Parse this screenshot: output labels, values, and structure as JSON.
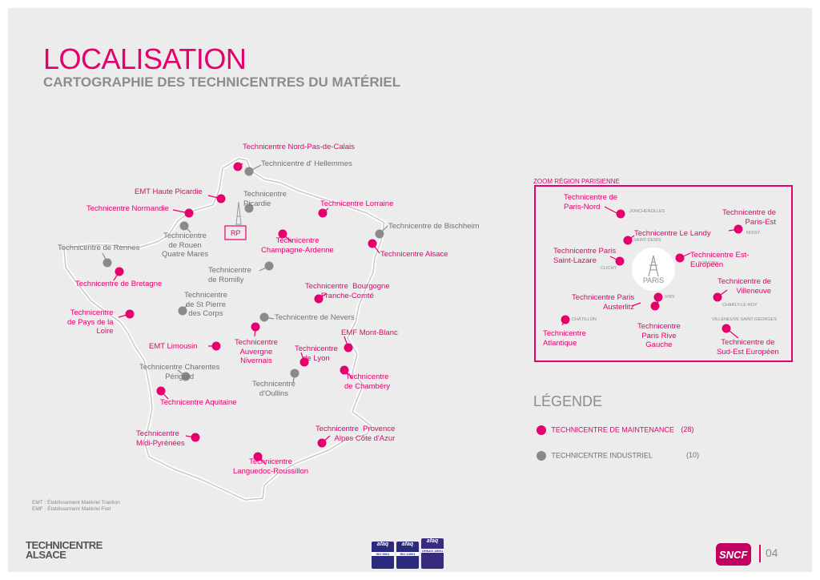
{
  "header": {
    "title": "LOCALISATION",
    "subtitle": "CARTOGRAPHIE DES TECHNICENTRES DU MATÉRIEL"
  },
  "colors": {
    "maintenance": "#e5006d",
    "industrial": "#8a8a8a",
    "background": "#ececec"
  },
  "map": {
    "rp_label": "RP",
    "labels": [
      {
        "text": "Technicentre Nord-Pas-de-Calais",
        "type": "maintenance"
      },
      {
        "text": "Technicentre d' Hellemmes",
        "type": "industrial"
      },
      {
        "text": "EMT Haute Picardie",
        "type": "maintenance"
      },
      {
        "text": "Technicentre\nPicardie",
        "type": "industrial"
      },
      {
        "text": "Technicentre Normandie",
        "type": "maintenance"
      },
      {
        "text": "Technicentre Lorraine",
        "type": "maintenance"
      },
      {
        "text": "Technicentre de Bischheim",
        "type": "industrial"
      },
      {
        "text": "Technicentre\nde Rouen\nQuatre Mares",
        "type": "industrial"
      },
      {
        "text": "Technicentre\nChampagne-Ardenne",
        "type": "maintenance"
      },
      {
        "text": "Technicentre  Alsace",
        "type": "maintenance"
      },
      {
        "text": "Technicentre  de Rennes",
        "type": "industrial"
      },
      {
        "text": "Technicentre\nde Romilly",
        "type": "industrial"
      },
      {
        "text": "Technicentre  de Bretagne",
        "type": "maintenance"
      },
      {
        "text": "Technicentre  Bourgogne\nFranche-Comté",
        "type": "maintenance"
      },
      {
        "text": "Technicentre\nde St Pierre\ndes Corps",
        "type": "industrial"
      },
      {
        "text": "Technicentre\nde Pays de la\nLoire",
        "type": "maintenance"
      },
      {
        "text": "Technicentre de Nevers",
        "type": "industrial"
      },
      {
        "text": "EMF Mont-Blanc",
        "type": "maintenance"
      },
      {
        "text": "EMT Limousin",
        "type": "maintenance"
      },
      {
        "text": "Technicentre\nAuvergne\nNivernais",
        "type": "maintenance"
      },
      {
        "text": "Technicentre\nde Lyon",
        "type": "maintenance"
      },
      {
        "text": "Technicentre Charentes\nPérigord",
        "type": "industrial"
      },
      {
        "text": "Technicentre\nde Chambéry",
        "type": "maintenance"
      },
      {
        "text": "Technicentre\nd'Oullins",
        "type": "industrial"
      },
      {
        "text": "Technicentre  Aquitaine",
        "type": "maintenance"
      },
      {
        "text": "Technicentre  Provence\nAlpes Côte d'Azur",
        "type": "maintenance"
      },
      {
        "text": "Technicentre\nMidi-Pyrénées",
        "type": "maintenance"
      },
      {
        "text": "Technicentre\nLanguedoc-Roussillon",
        "type": "maintenance"
      }
    ]
  },
  "zoom": {
    "title": "ZOOM RÉGION PARISIENNE",
    "paris_label": "PARIS",
    "centres": [
      {
        "text": "Technicentre de\nParis-Nord"
      },
      {
        "text": "Technicentre de\nParis-Est"
      },
      {
        "text": "Technicentre Le Landy"
      },
      {
        "text": "Technicentre Paris\nSaint-Lazare"
      },
      {
        "text": "Technicentre Est-\nEuropéen"
      },
      {
        "text": "Technicentre de\nVilleneuve"
      },
      {
        "text": "Technicentre Paris\nAusterlitz"
      },
      {
        "text": "Technicentre\nParis Rive\nGauche"
      },
      {
        "text": "Technicentre\nAtlantique"
      },
      {
        "text": "Technicentre de\nSud-Est Européen"
      }
    ],
    "places": [
      "JONCHEROLLES",
      "NOISY",
      "SAINT-DENIS",
      "CLICHY",
      "BOBIGNY",
      "IVRY",
      "CHÂTILLON",
      "CHARLY-LE-ROY",
      "VILLENEUVE SAINT-GEORGES"
    ]
  },
  "legend": {
    "title": "LÉGENDE",
    "maintenance_label": "TECHNICENTRE DE MAINTENANCE",
    "maintenance_count": "(28)",
    "industrial_label": "TECHNICENTRE INDUSTRIEL",
    "industrial_count": "(10)"
  },
  "footnotes": {
    "emt": "EMT : Établissement Matériel Traction",
    "emf": "EMF : Établissement Matériel Fret"
  },
  "footer": {
    "logo_line1": "TECHNICENTRE",
    "logo_line2": "ALSACE",
    "badges": [
      "afaq",
      "afaq",
      "afaq"
    ],
    "badge_sub": [
      "ISO 9001",
      "ISO 14001",
      "OHSAS 18001"
    ],
    "sncf": "SNCF",
    "page_number": "04"
  }
}
